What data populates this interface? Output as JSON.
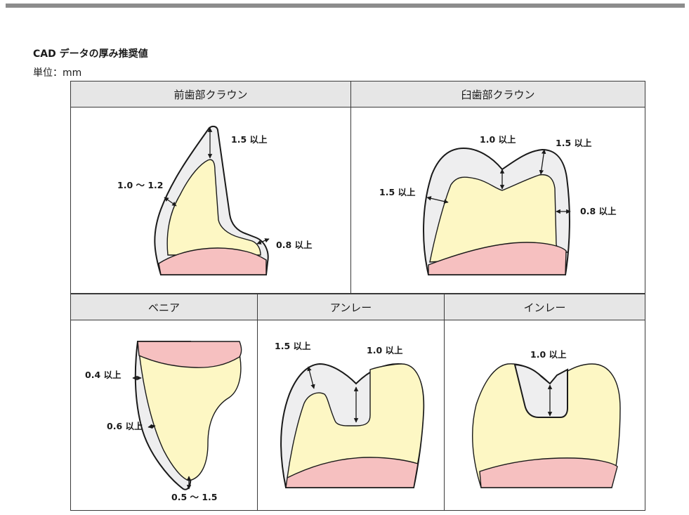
{
  "title": "CAD データの厚み推奨値",
  "unit": "単位：mm",
  "panels": {
    "anterior": {
      "header": "前歯部クラウン",
      "labels": [
        "1.5 以上",
        "1.0 〜 1.2",
        "0.8 以上"
      ]
    },
    "molar": {
      "header": "臼歯部クラウン",
      "labels": [
        "1.0 以上",
        "1.5 以上",
        "1.5 以上",
        "0.8 以上"
      ]
    },
    "veneer": {
      "header": "ベニア",
      "labels": [
        "0.4 以上",
        "0.6 以上",
        "0.5 〜 1.5"
      ]
    },
    "onlay": {
      "header": "アンレー",
      "labels": [
        "1.5 以上",
        "1.0 以上"
      ]
    },
    "inlay": {
      "header": "インレー",
      "labels": [
        "1.0 以上"
      ]
    }
  },
  "colors": {
    "header_bg": "#e6e6e6",
    "enamel_gray": "#eeeeef",
    "core_yellow": "#fdf7c4",
    "gum_pink": "#f6c0c0"
  }
}
